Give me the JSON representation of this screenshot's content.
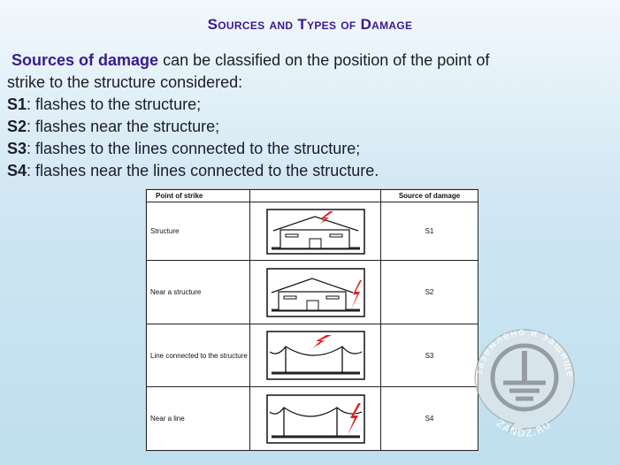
{
  "title": "Sources and Types of Damage",
  "intro": {
    "emph": "Sources of damage",
    "rest_line1": " can be classified on the position of the point of",
    "line2": "strike to the structure considered:"
  },
  "items": [
    {
      "code": "S1",
      "text": ": flashes to the structure;"
    },
    {
      "code": "S2",
      "text": ": flashes near the structure;"
    },
    {
      "code": "S3",
      "text": ": flashes to the lines connected to the structure;"
    },
    {
      "code": "S4",
      "text": ": flashes near the lines connected to the structure."
    }
  ],
  "table": {
    "headers": [
      "Point of strike",
      "",
      "Source of damage"
    ],
    "rows": [
      {
        "point": "Structure",
        "source": "S1",
        "icon": "house-lightning-roof"
      },
      {
        "point": "Near a structure",
        "source": "S2",
        "icon": "house-lightning-near"
      },
      {
        "point": "Line connected to the structure",
        "source": "S3",
        "icon": "line-lightning-wire"
      },
      {
        "point": "Near a line",
        "source": "S4",
        "icon": "line-lightning-near"
      }
    ]
  },
  "logo": {
    "top_text": "заземлено и защищено",
    "bottom_text": "ZANDZ.RU"
  },
  "colors": {
    "title": "#3b1a8f",
    "lightning": "#e02020"
  }
}
